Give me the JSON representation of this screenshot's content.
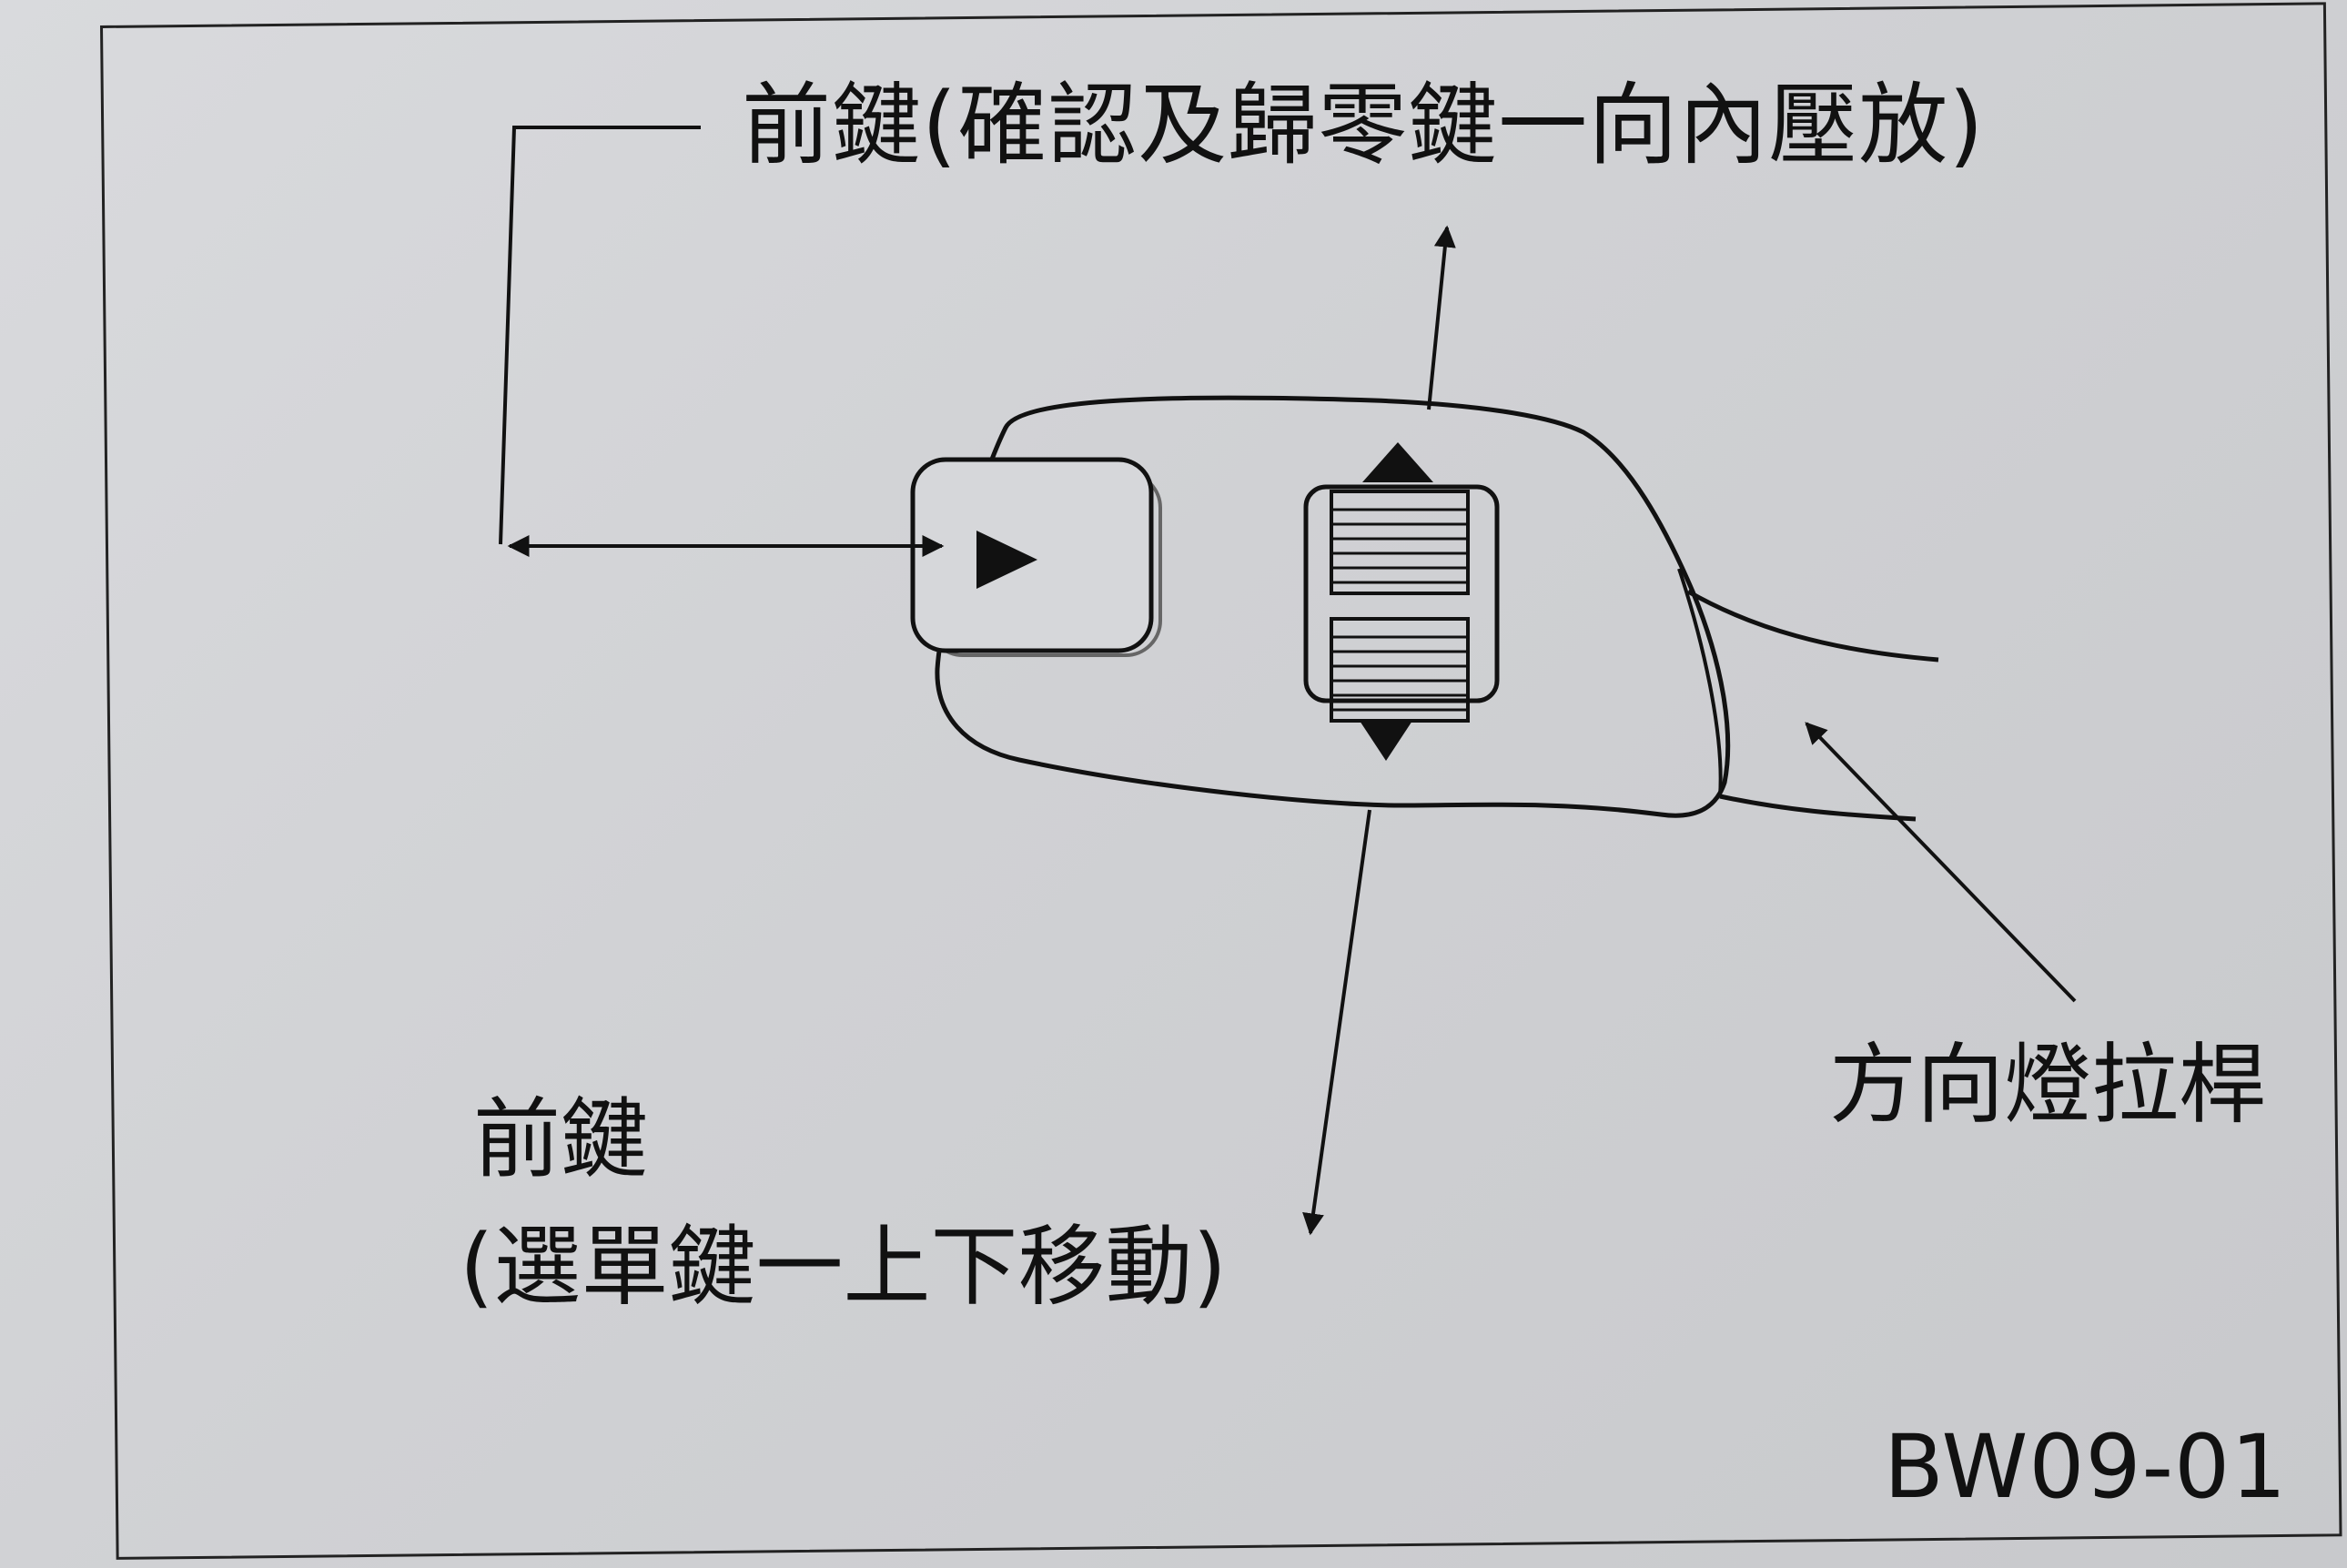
{
  "labels": {
    "front_key_confirm": "前鍵(確認及歸零鍵一向內壓放)",
    "front_key": "前鍵",
    "menu_key": "(選單鍵一上下移動)",
    "turn_signal_stalk": "方向燈拉桿",
    "figure_code": "BW09-01"
  },
  "colors": {
    "background": "#d0d1d4",
    "line": "#111111",
    "button_fill": "#d6d7da"
  }
}
